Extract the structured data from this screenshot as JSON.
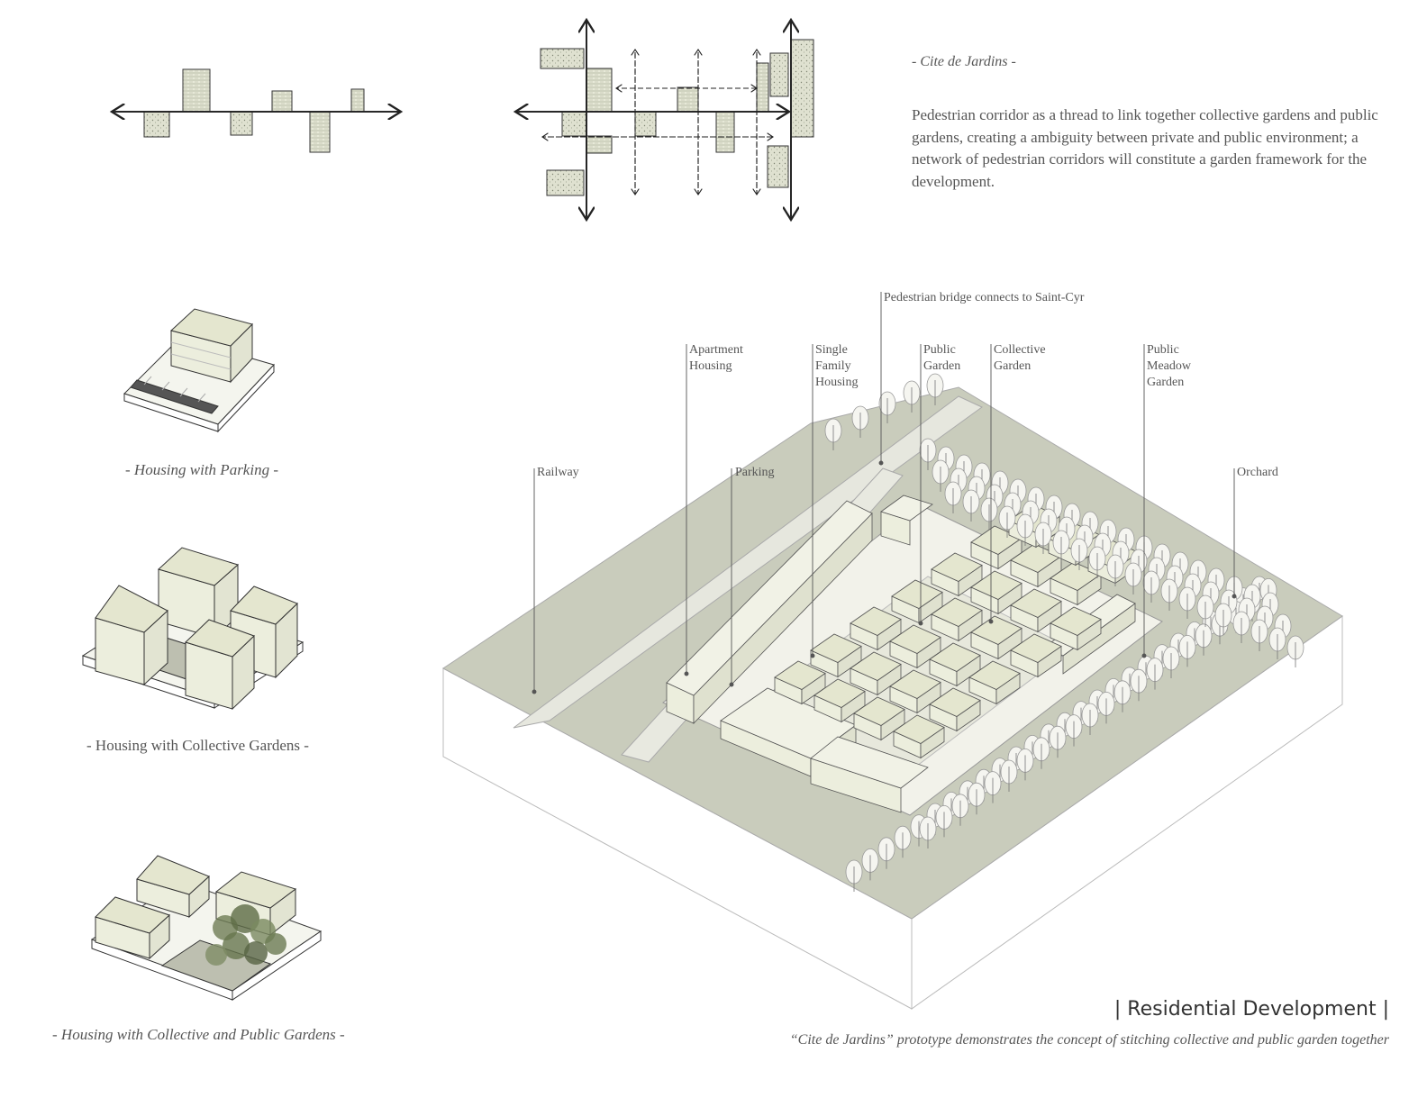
{
  "intro": {
    "title": "- Cite de Jardins -",
    "body": "Pedestrian corridor as a thread to link together collective gardens and public gardens, creating a ambiguity between private and public environment; a network of pedestrian corridors will constitute a garden framework for the development."
  },
  "typologies": [
    {
      "caption": "- Housing with Parking -"
    },
    {
      "caption": "- Housing with Collective Gardens -"
    },
    {
      "caption": "- Housing with Collective and Public Gardens -"
    }
  ],
  "site_labels": {
    "railway": "Railway",
    "apartment_housing": "Apartment\nHousing",
    "parking": "Parking",
    "single_family_housing": "Single\nFamily\nHousing",
    "pedestrian_bridge": "Pedestrian bridge connects to Saint-Cyr",
    "public_garden": "Public\nGarden",
    "collective_garden": "Collective\nGarden",
    "public_meadow_garden": "Public\nMeadow\nGarden",
    "orchard": "Orchard"
  },
  "footer": {
    "heading": "| Residential Development |",
    "subheading": "“Cite de Jardins” prototype demonstrates the concept of stitching collective and public garden together"
  },
  "colors": {
    "building_face": "#eceedd",
    "building_top": "#e4e6cf",
    "landscape": "#c9ccbc",
    "line": "#333333"
  }
}
